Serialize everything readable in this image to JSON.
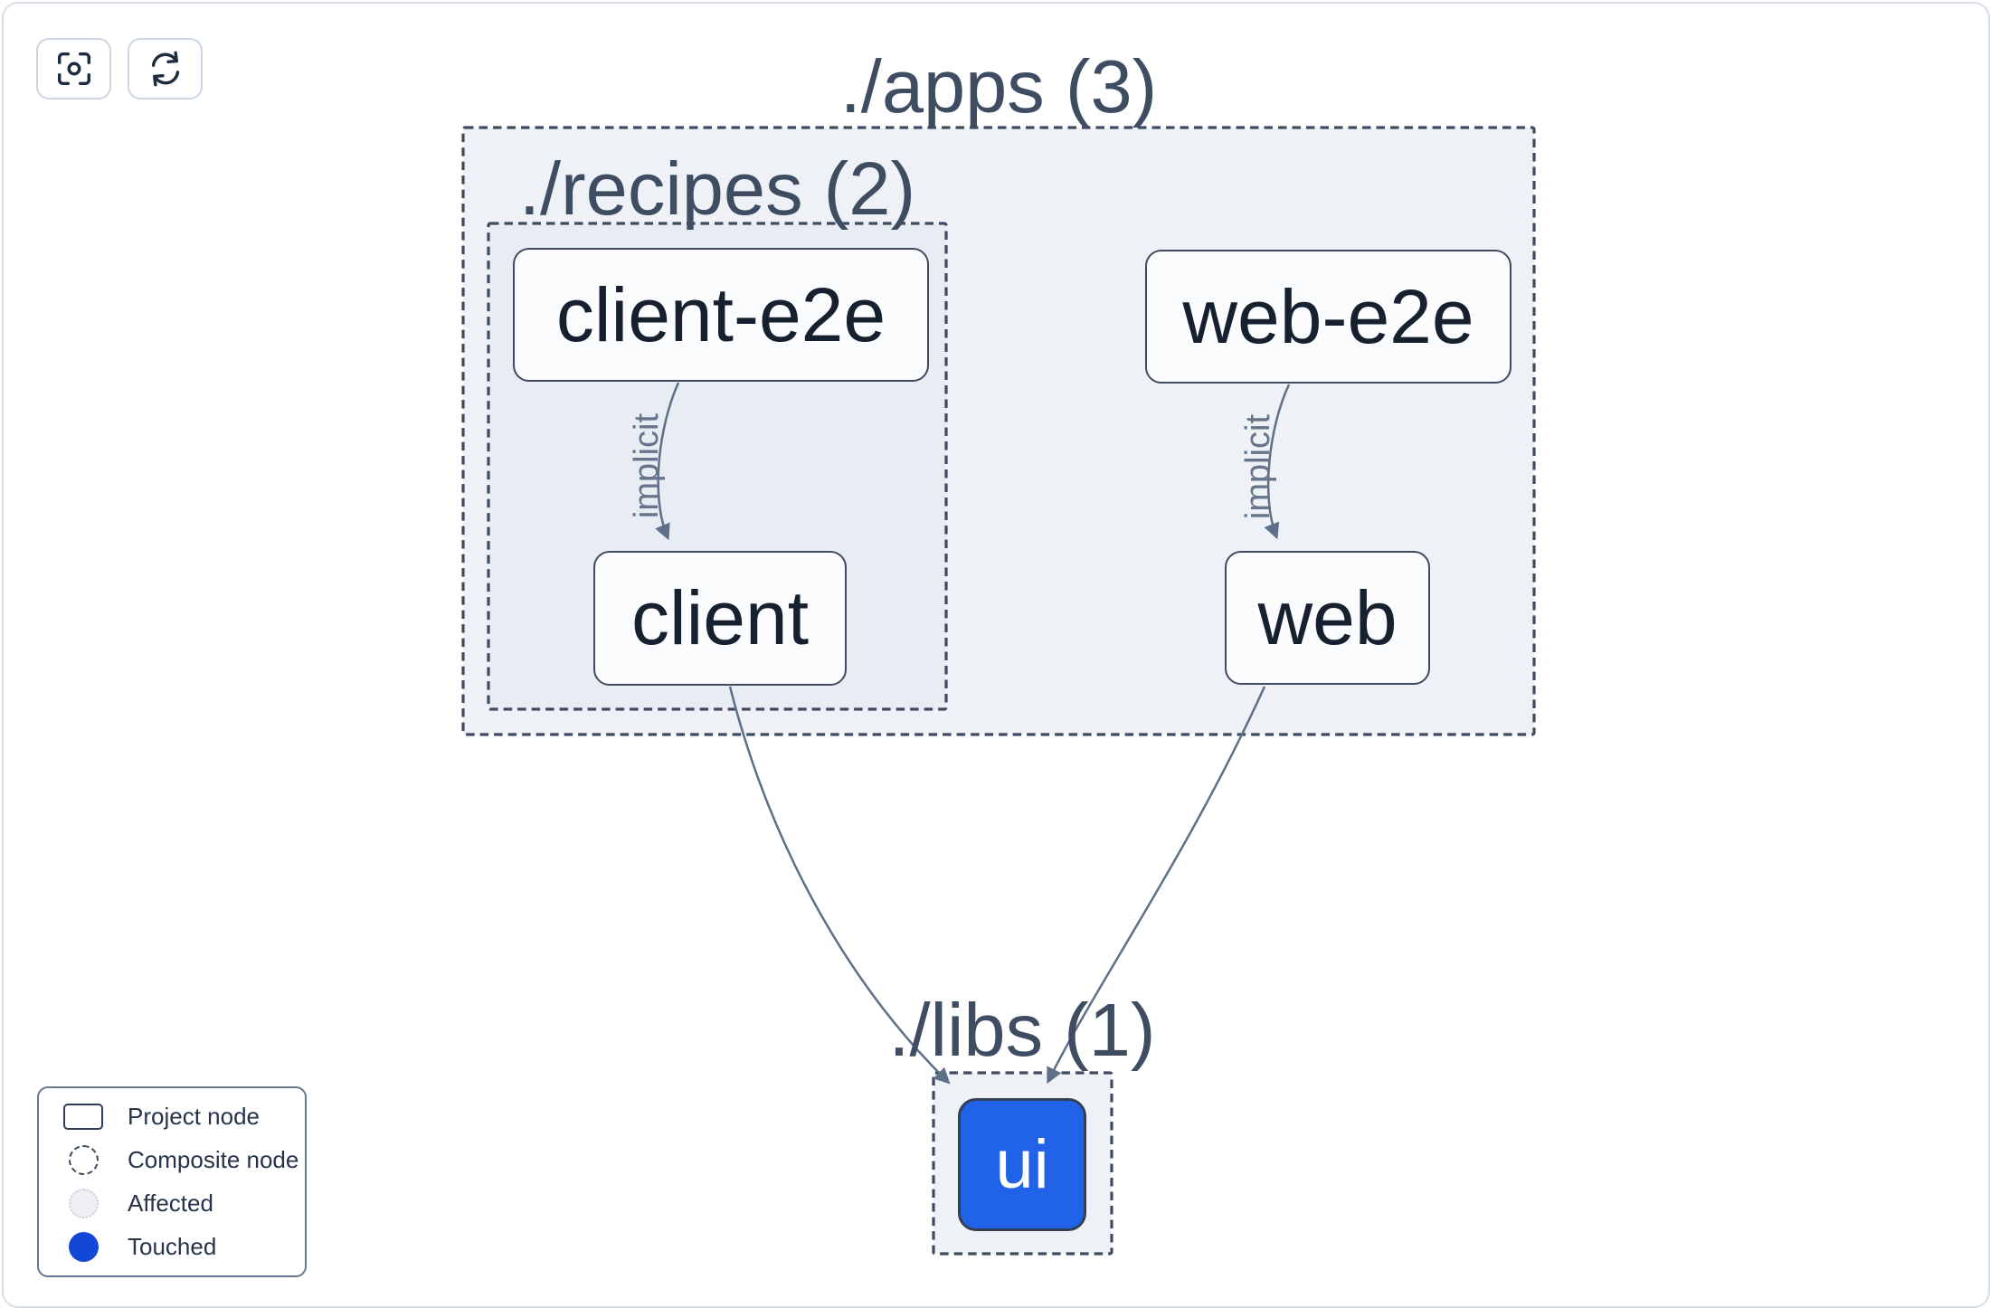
{
  "toolbar": {
    "buttons": [
      {
        "name": "center-graph",
        "icon": "crosshair-focus-icon"
      },
      {
        "name": "refresh-graph",
        "icon": "refresh-cycle-icon"
      }
    ]
  },
  "graph": {
    "composites": [
      {
        "id": "apps",
        "title": "./apps (3)",
        "path": "./apps",
        "count": 3
      },
      {
        "id": "recipes",
        "title": "./recipes (2)",
        "path": "./recipes",
        "count": 2
      },
      {
        "id": "libs",
        "title": "./libs (1)",
        "path": "./libs",
        "count": 1
      }
    ],
    "nodes": [
      {
        "id": "client-e2e",
        "label": "client-e2e",
        "parent": "recipes",
        "state": "normal"
      },
      {
        "id": "web-e2e",
        "label": "web-e2e",
        "parent": "apps",
        "state": "normal"
      },
      {
        "id": "client",
        "label": "client",
        "parent": "recipes",
        "state": "normal"
      },
      {
        "id": "web",
        "label": "web",
        "parent": "apps",
        "state": "normal"
      },
      {
        "id": "ui",
        "label": "ui",
        "parent": "libs",
        "state": "touched"
      }
    ],
    "edges": [
      {
        "from": "client-e2e",
        "to": "client",
        "label": "implicit",
        "type": "implicit"
      },
      {
        "from": "web-e2e",
        "to": "web",
        "label": "implicit",
        "type": "implicit"
      },
      {
        "from": "client",
        "to": "ui",
        "label": "",
        "type": "static"
      },
      {
        "from": "web",
        "to": "ui",
        "label": "",
        "type": "static"
      }
    ]
  },
  "legend": {
    "items": [
      {
        "label": "Project node",
        "swatch": "project-node-outline"
      },
      {
        "label": "Composite node",
        "swatch": "dashed-circle-outline"
      },
      {
        "label": "Affected",
        "swatch": "dotted-light-circle"
      },
      {
        "label": "Touched",
        "swatch": "solid-blue-circle"
      }
    ]
  },
  "colors": {
    "touched_node_blue": "#2163e8",
    "legend_touched_blue": "#1347d6",
    "composite_fill": "#eef1f6",
    "edge_gray": "#5e6f88",
    "outline_slate": "#3e4b60"
  }
}
